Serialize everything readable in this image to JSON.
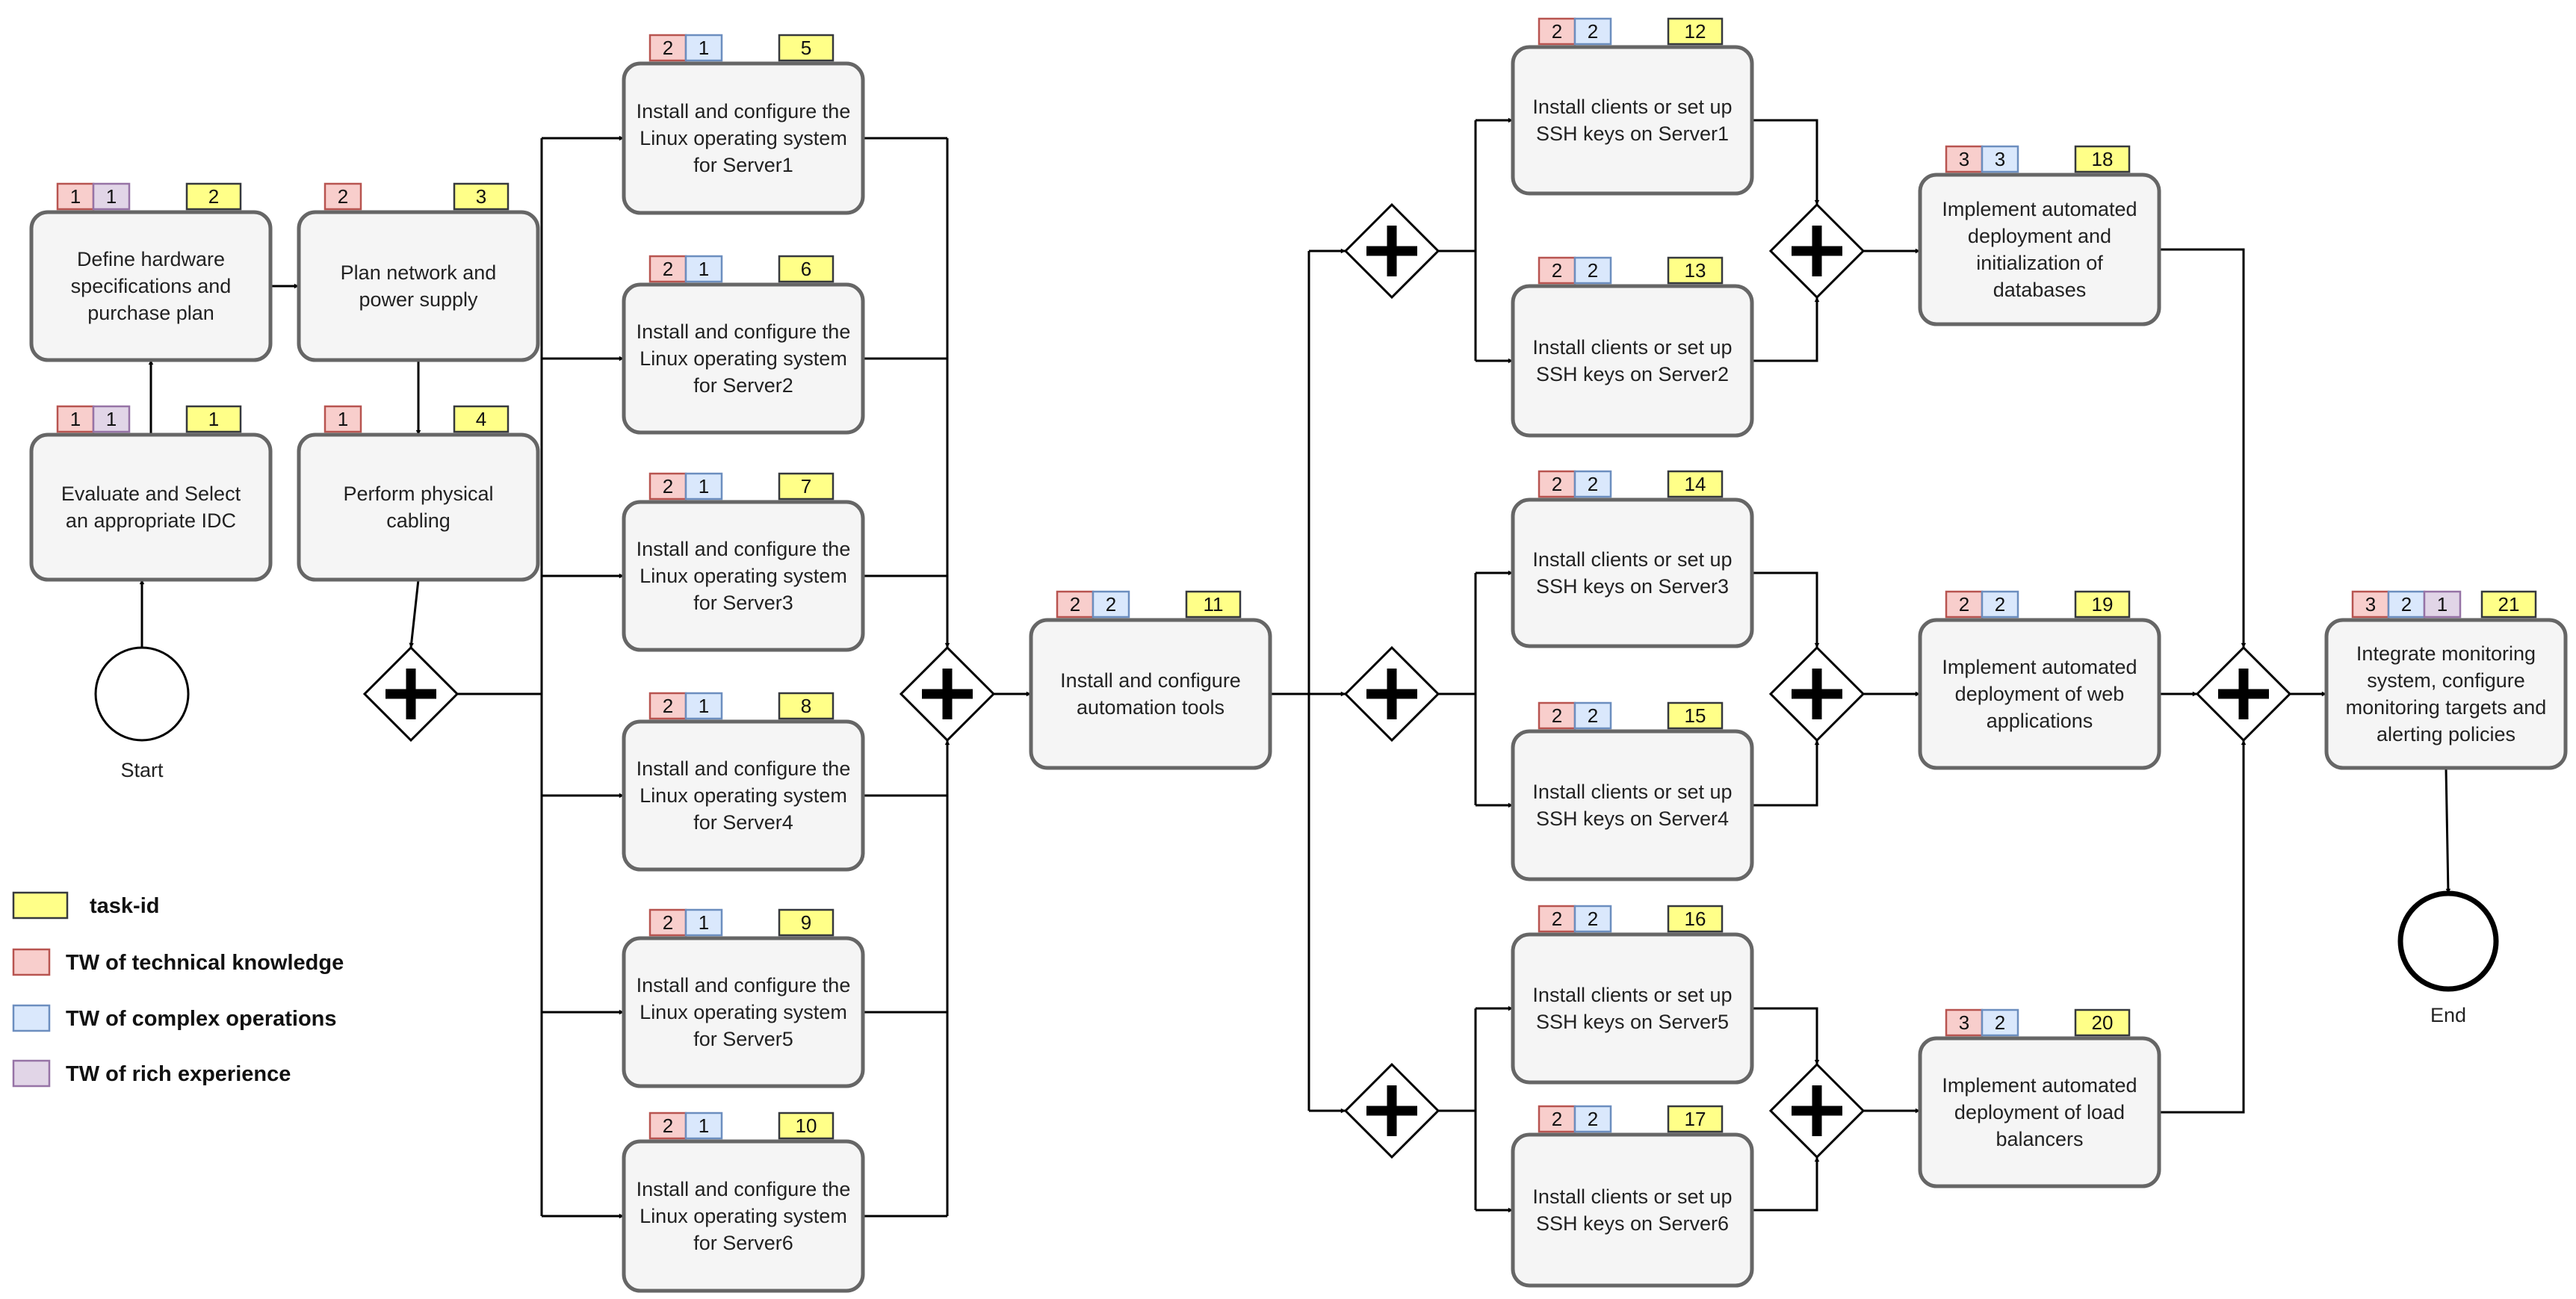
{
  "colors": {
    "tw_tech": "#f8cecc",
    "tw_tech_stroke": "#b85450",
    "tw_ops": "#dae8fc",
    "tw_ops_stroke": "#6c8ebf",
    "tw_exp": "#e1d5e7",
    "tw_exp_stroke": "#9673a6",
    "task_id": "#ffff88",
    "task_id_stroke": "#36393d"
  },
  "events": {
    "start": "Start",
    "end": "End"
  },
  "legend": {
    "task_id": "task-id",
    "tech": "TW of technical knowledge",
    "ops": "TW of complex operations",
    "exp": "TW of rich experience"
  },
  "tasks": [
    {
      "id": "1",
      "label": [
        "Evaluate and Select",
        "an appropriate IDC"
      ],
      "badges": [
        {
          "k": "tech",
          "v": "1"
        },
        {
          "k": "exp",
          "v": "1"
        }
      ]
    },
    {
      "id": "2",
      "label": [
        "Define hardware",
        "specifications and",
        "purchase plan"
      ],
      "badges": [
        {
          "k": "tech",
          "v": "1"
        },
        {
          "k": "exp",
          "v": "1"
        }
      ]
    },
    {
      "id": "3",
      "label": [
        "Plan network and",
        "power supply"
      ],
      "badges": [
        {
          "k": "tech",
          "v": "2"
        }
      ]
    },
    {
      "id": "4",
      "label": [
        "Perform physical",
        "cabling"
      ],
      "badges": [
        {
          "k": "tech",
          "v": "1"
        }
      ]
    },
    {
      "id": "5",
      "label": [
        "Install and configure the",
        "Linux operating system",
        "for Server1"
      ],
      "badges": [
        {
          "k": "tech",
          "v": "2"
        },
        {
          "k": "ops",
          "v": "1"
        }
      ]
    },
    {
      "id": "6",
      "label": [
        "Install and configure the",
        "Linux operating system",
        "for Server2"
      ],
      "badges": [
        {
          "k": "tech",
          "v": "2"
        },
        {
          "k": "ops",
          "v": "1"
        }
      ]
    },
    {
      "id": "7",
      "label": [
        "Install and configure the",
        "Linux operating system",
        "for Server3"
      ],
      "badges": [
        {
          "k": "tech",
          "v": "2"
        },
        {
          "k": "ops",
          "v": "1"
        }
      ]
    },
    {
      "id": "8",
      "label": [
        "Install and configure the",
        "Linux operating system",
        "for Server4"
      ],
      "badges": [
        {
          "k": "tech",
          "v": "2"
        },
        {
          "k": "ops",
          "v": "1"
        }
      ]
    },
    {
      "id": "9",
      "label": [
        "Install and configure the",
        "Linux operating system",
        "for Server5"
      ],
      "badges": [
        {
          "k": "tech",
          "v": "2"
        },
        {
          "k": "ops",
          "v": "1"
        }
      ]
    },
    {
      "id": "10",
      "label": [
        "Install and configure the",
        "Linux operating system",
        "for Server6"
      ],
      "badges": [
        {
          "k": "tech",
          "v": "2"
        },
        {
          "k": "ops",
          "v": "1"
        }
      ]
    },
    {
      "id": "11",
      "label": [
        "Install and configure",
        "automation tools"
      ],
      "badges": [
        {
          "k": "tech",
          "v": "2"
        },
        {
          "k": "ops",
          "v": "2"
        }
      ]
    },
    {
      "id": "12",
      "label": [
        "Install clients or set up",
        "SSH keys on Server1"
      ],
      "badges": [
        {
          "k": "tech",
          "v": "2"
        },
        {
          "k": "ops",
          "v": "2"
        }
      ]
    },
    {
      "id": "13",
      "label": [
        "Install clients or set up",
        "SSH keys on Server2"
      ],
      "badges": [
        {
          "k": "tech",
          "v": "2"
        },
        {
          "k": "ops",
          "v": "2"
        }
      ]
    },
    {
      "id": "14",
      "label": [
        "Install clients or set up",
        "SSH keys on Server3"
      ],
      "badges": [
        {
          "k": "tech",
          "v": "2"
        },
        {
          "k": "ops",
          "v": "2"
        }
      ]
    },
    {
      "id": "15",
      "label": [
        "Install clients or set up",
        "SSH keys on Server4"
      ],
      "badges": [
        {
          "k": "tech",
          "v": "2"
        },
        {
          "k": "ops",
          "v": "2"
        }
      ]
    },
    {
      "id": "16",
      "label": [
        "Install clients or set up",
        "SSH keys on Server5"
      ],
      "badges": [
        {
          "k": "tech",
          "v": "2"
        },
        {
          "k": "ops",
          "v": "2"
        }
      ]
    },
    {
      "id": "17",
      "label": [
        "Install clients or set up",
        "SSH keys on Server6"
      ],
      "badges": [
        {
          "k": "tech",
          "v": "2"
        },
        {
          "k": "ops",
          "v": "2"
        }
      ]
    },
    {
      "id": "18",
      "label": [
        "Implement automated",
        "deployment and",
        "initialization of",
        "databases"
      ],
      "badges": [
        {
          "k": "tech",
          "v": "3"
        },
        {
          "k": "ops",
          "v": "3"
        }
      ]
    },
    {
      "id": "19",
      "label": [
        "Implement automated",
        "deployment of web",
        "applications"
      ],
      "badges": [
        {
          "k": "tech",
          "v": "2"
        },
        {
          "k": "ops",
          "v": "2"
        }
      ]
    },
    {
      "id": "20",
      "label": [
        "Implement automated",
        "deployment of load",
        "balancers"
      ],
      "badges": [
        {
          "k": "tech",
          "v": "3"
        },
        {
          "k": "ops",
          "v": "2"
        }
      ]
    },
    {
      "id": "21",
      "label": [
        "Integrate monitoring",
        "system, configure",
        "monitoring targets and",
        "alerting policies"
      ],
      "badges": [
        {
          "k": "tech",
          "v": "3"
        },
        {
          "k": "ops",
          "v": "2"
        },
        {
          "k": "exp",
          "v": "1"
        }
      ]
    }
  ]
}
